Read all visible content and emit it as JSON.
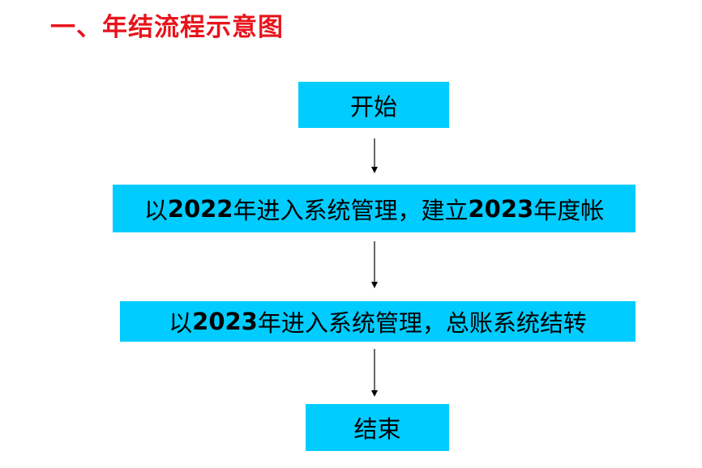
{
  "title": "一、年结流程示意图",
  "nodes": {
    "start": {
      "label": "开始"
    },
    "step1": {
      "parts": [
        "以",
        "2022",
        "年进入系统管理，建立",
        "2023",
        "年度帐"
      ]
    },
    "step2": {
      "parts": [
        "以",
        "2023",
        "年进入系统管理，总账系统结转"
      ]
    },
    "end": {
      "label": "结束"
    }
  },
  "colors": {
    "title": "#e8141c",
    "box_fill": "#00ccff",
    "text": "#000000",
    "arrow": "#000000"
  }
}
